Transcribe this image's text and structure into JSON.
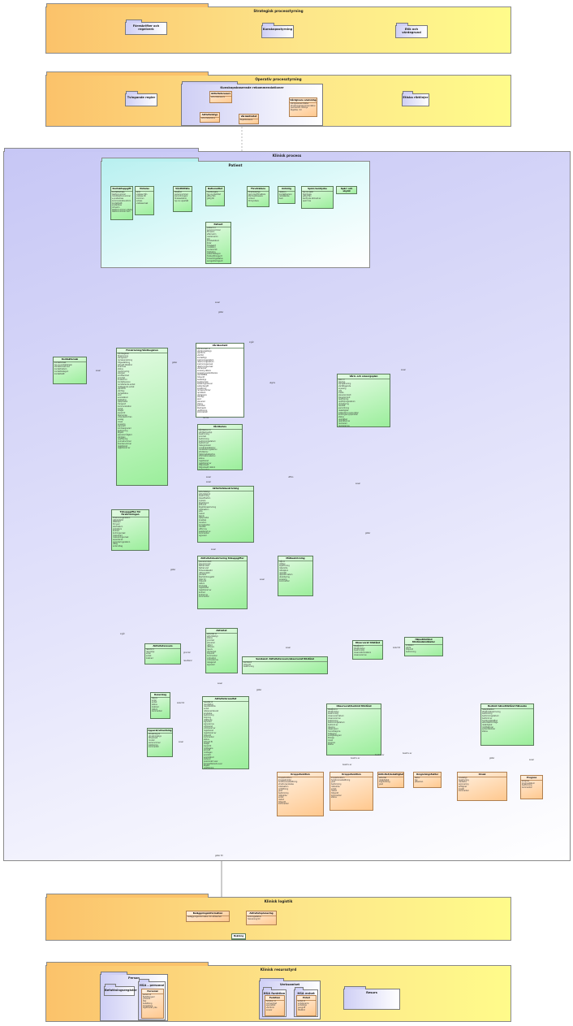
{
  "packages": {
    "strategisk": {
      "title": "Strategisk processtyrning",
      "items": [
        "Föreskrifter och regelverk",
        "Kunskapsstyrning",
        "Etik och värdegrund"
      ]
    },
    "operativ": {
      "title": "Operativ processtyrning",
      "items": [
        "Tvingande regler",
        "Etiska riktlinjer"
      ],
      "kunskap": {
        "title": "Kunskapsbaserade rekommendationer",
        "boxes": [
          {
            "name": "Aktivitetsresurs",
            "attrs": [
              "aktivitetsresurs"
            ]
          },
          {
            "name": "Vårdgivare anvisning",
            "attrs": [
              "vårdgivaresomfattar",
              "fördelningsrekommendation",
              "Samverkan riktlinje",
              "åtgärder, tid"
            ]
          },
          {
            "name": "Aktivitetstyp",
            "attrs": [
              "aktivitetsstatus"
            ]
          },
          {
            "name": "Vårdaktivitet",
            "attrs": [
              "åtgärdsresurs"
            ]
          }
        ]
      }
    },
    "klinisk_process": {
      "title": "Klinisk process"
    },
    "patient": {
      "title": "Patient"
    },
    "logistik": {
      "title": "Klinisk logistik",
      "boxes": [
        {
          "name": "Beläggningsinformation",
          "attrs": [
            "beläggningsinformation för vårdenhet"
          ]
        },
        {
          "name": "Aktivitetsplanering",
          "attrs": [
            "bokningsstatus",
            "hänvisning till"
          ]
        },
        {
          "name": "Bokning",
          "attrs": []
        }
      ]
    },
    "resurs": {
      "title": "Klinisk resursstyrd",
      "personal": {
        "title": "Person",
        "items": [
          "Befattningsregister"
        ],
        "hsa": {
          "title": "HSA – personal",
          "attrs": [
            "kod",
            "vårdenhet",
            "befattningsnamn",
            "yrkesroll"
          ],
          "person": {
            "name": "Personal",
            "attrs": [
              "person id",
              "Befattningsnr",
              "yrkesroll",
              "titel",
              "befattning",
              "kompetens",
              "legitimerat yrke"
            ]
          }
        }
      },
      "verksamhet": {
        "title": "Verksamhet",
        "hsa_funktion": {
          "title": "HSA funktion",
          "box": {
            "name": "Funktion",
            "attrs": [
              "funktion id",
              "verksamhet",
              "specialitet",
              "vårdform",
              "ansvar"
            ]
          }
        },
        "hsa_enhet": {
          "title": "HSA enhet",
          "box": {
            "name": "Enhet",
            "attrs": [
              "enhet id",
              "enhetsnamn",
              "enhetstyp",
              "geografi",
              "tillstånd"
            ]
          }
        },
        "items": [
          "Resurs"
        ]
      }
    }
  },
  "classes": {
    "kontaktuppgift": {
      "name": "Kontaktuppgift",
      "attrs": [
        "kontaktadress",
        "telefonnummer",
        "mobiltelefonnummer",
        "e-postadress",
        "kommunikationsform",
        "kontaktsätt",
        "postadress",
        "ortnamn",
        "telefonnummer arbete",
        "telefonnummer hem"
      ]
    },
    "vistelse": {
      "name": "Vistelse",
      "attrs": [
        "land",
        "vistelse från",
        "vistelse till",
        "kommun",
        "adress",
        "vistelseorsak"
      ]
    },
    "samordnande": {
      "name": "Vårdtillfälle",
      "attrs": [
        "tillstånd",
        "personnummer",
        "samordningsnr",
        "födelsedatum",
        "typ av uppehåll"
      ]
    },
    "nationalitet": {
      "name": "Nationalitet",
      "attrs": [
        "medborgare",
        "typ av identitet",
        "giltig från",
        "giltig till"
      ]
    },
    "foretradare": {
      "name": "Företrädare",
      "attrs": [
        "företrädartyp",
        "god man/förvaltare",
        "vårdnadshavare",
        "ombud",
        "förmyndare"
      ]
    },
    "anhorig": {
      "name": "Anhörig",
      "attrs": [
        "relation",
        "kontaktperson",
        "närstående",
        "barn"
      ]
    },
    "samtycke": {
      "name": "Spärr/samtycke",
      "attrs": [
        "typ av spärr",
        "Samtycke",
        "giltig från",
        "samtycke lämnat av",
        "spärr hos"
      ]
    },
    "oavsett": {
      "name": "Spärr och skydd",
      "attrs": []
    },
    "patient": {
      "name": "Patient",
      "attrs": [
        "patient id",
        "personnummer",
        "förnamn",
        "efternamn",
        "mellannamn",
        "kön",
        "födelsedatum",
        "ålder",
        "födelseort",
        "civilstånd",
        "modersmål",
        "tolkbehov",
        "patientkategori",
        "folkbokföringsort",
        "forsamlingsstatus",
        "avregistreringsort"
      ]
    },
    "beslutsunderlag": {
      "name": "Kontaktorsak",
      "attrs": [
        "kontaktorsak",
        "typ av kontaktorsak",
        "kontaktorsak kod",
        "kontaktdatum",
        "kontaktkategori",
        "kontaktsätt"
      ]
    },
    "forskrivning": {
      "name": "Förskrivning/Vårdbegäran",
      "attrs": [
        "vårdbegäran",
        "förskrivning",
        "vårdgivare",
        "remissanledning",
        "frågeställning",
        "aktuellt tillstånd",
        "anamnes",
        "status",
        "medicinering",
        "allergier",
        "smittsamhet",
        "prioritet",
        "önskad tid",
        "kontaktperson",
        "remitterande enhet",
        "mottagande enhet",
        "vårdform",
        "vårdtyp",
        "remisstatus",
        "svar",
        "svarsdatum",
        "tolkbehov",
        "hjälpmedel",
        "transport",
        "kommunikation",
        "övrigt",
        "bilagor",
        "kopia till",
        "återremiss",
        "vidarebefordran",
        "avslag",
        "orsak",
        "ansvarig",
        "signerad",
        "kontrasignerad",
        "bedömning",
        "åtgärd",
        "planerad åtgärd",
        "vårdplan",
        "uppföljning",
        "journalnummer",
        "ärendenummer",
        "registrerad",
        "registrerad av"
      ]
    },
    "vardkontakt": {
      "name": "Vårdkontakt",
      "attrs": [
        "vårdkontakt id",
        "vårdkontaktstyp",
        "vårdform",
        "vårdtid",
        "kontakttyp",
        "inskrivningsdatum",
        "utskrivningsdatum",
        "inskrivningsorsak",
        "utskrivningsorsak",
        "vårdenhet",
        "ansvarig läkare",
        "ansvarig sjuksköterska",
        "vårdtillfälle",
        "tidpunkt",
        "besökstyp",
        "besöksorsak",
        "betalningsansvar",
        "patientavgift",
        "ersättning",
        "remissnummer",
        "remittent",
        "vårdgivare",
        "vårdtyp",
        "akut",
        "planerad",
        "status",
        "avbruten",
        "återbesök",
        "uppföljning",
        "kommentar"
      ]
    },
    "aktivitetsplan": {
      "name": "Vård- och omsorgsplan",
      "attrs": [
        "plan id",
        "plantyp",
        "vårdplanering",
        "vårdåtagande",
        "ansvarig",
        "mål",
        "insats",
        "planerad start",
        "planerad slut",
        "uppföljning",
        "uppföljningsdatum",
        "utvärdering",
        "resultat",
        "samordning",
        "delaktighet",
        "patientens synpunkter",
        "anhörigas synpunkter",
        "status",
        "upprättad",
        "upprättad av",
        "reviderad",
        "reviderad av",
        "godkänd",
        "godkänd av",
        "avslutad",
        "avslutsorsak"
      ]
    },
    "behandling_beskr": {
      "name": "Vårdbehov",
      "attrs": [
        "vårdbehov id",
        "vårdbehovstyp",
        "beskrivning",
        "prioritet",
        "bedömning",
        "bedömningsdatum",
        "bedömt av",
        "hälsoproblem",
        "omvårdnadsbehov",
        "rehabiliteringsbehov",
        "stödbehov",
        "hjälpmedelsbehov",
        "informationsbehov",
        "status",
        "registrerad",
        "registrerad av",
        "tillgodosett",
        "tillgodosett datum",
        "kommentar"
      ]
    },
    "tidsuppgifter": {
      "name": "Tidsuppgifter för förskrivningen",
      "attrs": [
        "förskrivningsdatum",
        "giltighetstid",
        "utfärdad",
        "förnyad",
        "startdatum",
        "slutdatum",
        "ändrad",
        "ändringsorsak",
        "makulerad",
        "makuleringsorsak",
        "expedierad",
        "expedieringsdatum",
        "uttag",
        "antal uttag"
      ]
    },
    "aktivitetsbeskr": {
      "name": "Aktivitetsbeskrivning",
      "attrs": [
        "aktivitetstyp",
        "aktivitetskod",
        "beskrivning",
        "klassifikation",
        "ingrepp",
        "åtgärdskod",
        "KVÅ-kod",
        "åtgärdsbeskrivning",
        "lokalisation",
        "sida",
        "metod",
        "teknik",
        "hjälpmedel",
        "anestesi",
        "duration",
        "komplikation",
        "resultat",
        "utförd av",
        "assisterad av",
        "kommentar",
        "signerad"
      ]
    },
    "vardkontakt2": {
      "name": "Aktivitetsbeskrivning tidsuppgifter",
      "attrs": [
        "planerad start",
        "planerad slut",
        "faktisk start",
        "faktisk slut",
        "förberedelsetid",
        "utförandetid",
        "väntetid",
        "återhämtningstid",
        "total tid",
        "tidpunkt",
        "datum",
        "klockslag",
        "registrerad",
        "registrerad av",
        "ändrad",
        "ändrad av",
        "kommentar"
      ]
    },
    "malbeskr": {
      "name": "Målbeskrivning",
      "attrs": [
        "mål id",
        "måltyp",
        "beskrivning",
        "målvärde",
        "måldatum",
        "uppnått",
        "uppnått datum",
        "utvärdering",
        "ansvarig",
        "kommentar"
      ]
    },
    "aktivitet": {
      "name": "Aktivitet",
      "attrs": [
        "aktivitet id",
        "aktivitetstyp",
        "status",
        "prioritet",
        "planerad",
        "utförd",
        "utförare",
        "resurs",
        "vårdenhet",
        "tidpunkt",
        "kommentar",
        "ordination",
        "ordinerad av",
        "delegerad",
        "signerad"
      ]
    },
    "aktivitetsresurs": {
      "name": "Aktivitetsresurs",
      "attrs": [
        "resurs id",
        "resurstyp",
        "antal",
        "enhet",
        "kostnad"
      ]
    },
    "samband": {
      "name": "Samband: Aktivitetsresurs/observerat tillstånd",
      "attrs": [
        "samband",
        "tidpunkt",
        "beskrivning"
      ]
    },
    "vardtillfalle": {
      "name": "Observerat tillstånd",
      "attrs": [
        "tillstånd id",
        "tillståndstyp",
        "beskrivning",
        "observationsdatum",
        "observerad av"
      ]
    },
    "indikator": {
      "name": "Hälsotillstånd tillståndsindikator",
      "attrs": [
        "indikator",
        "värde",
        "tidpunkt",
        "bedömning"
      ]
    },
    "reservlag": {
      "name": "Resurslag",
      "attrs": [
        "resurs",
        "antal",
        "enhet",
        "status",
        "kostnad",
        "datum",
        "kommentar"
      ]
    },
    "aktivitetsresultat": {
      "name": "Aktivitetsresultat",
      "attrs": [
        "resultat id",
        "resultattyp",
        "resultatvärde",
        "enhet",
        "referensintervall",
        "avvikelse",
        "bedömning",
        "tolkning",
        "utlåtande",
        "signerad",
        "signerad av",
        "vidimerad",
        "vidimerad av",
        "registrerad",
        "registrerad av",
        "tidpunkt",
        "kommentar",
        "status",
        "bifogad fil",
        "bilaga",
        "kopia till",
        "mottagare",
        "skickad",
        "mottagen",
        "svarstid",
        "svarsdatum",
        "slutsvar",
        "preliminärt svar",
        "kompletterande svar",
        "åtgärd",
        "uppföljning"
      ]
    },
    "apparat": {
      "name": "Apparat/utrustning",
      "attrs": [
        "utrustning id",
        "utrustningstyp",
        "tillverkare",
        "modell",
        "serienummer",
        "kalibrering",
        "kommentar"
      ]
    },
    "observerat": {
      "name": "Observerat/bedömt tillstånd",
      "attrs": [
        "tillstånd id",
        "tillståndstyp",
        "beskrivning",
        "observerat datum",
        "observerad av",
        "bedömning",
        "bedömningsdatum",
        "bedömd av",
        "diagnos",
        "diagnoskod",
        "huvuddiagnos",
        "bidiagnos",
        "svårighetsgrad",
        "förlopp",
        "orsak",
        "prognos",
        "status"
      ]
    },
    "bedomt": {
      "name": "Bedömt hälsotillstånd Hälsoobs",
      "attrs": [
        "hälsotillstånd",
        "tillståndsbeskrivning",
        "bedömning",
        "bedömningsdatum",
        "bedömd av",
        "funktionstillstånd",
        "aktivitetsförmåga",
        "delaktighet",
        "miljöfaktorer",
        "personfaktorer",
        "status"
      ]
    },
    "symptom": {
      "name": "Kroppsfunktion",
      "attrs": [
        "kroppsfunktion",
        "kroppsstruktur",
        "funktionsnedsättning",
        "strukturavvikelse",
        "lokalisation",
        "omfattning",
        "grad",
        "bedömning",
        "mätvärde",
        "enhet",
        "metod",
        "tidpunkt",
        "kommentar"
      ]
    },
    "kroppsfunktion": {
      "name": "Kroppsfunktion",
      "attrs": [
        "kroppsfunktion",
        "funktionsnedsättning",
        "grad",
        "bedömning",
        "mätvärde",
        "enhet",
        "metod",
        "tidpunkt",
        "kommentar",
        "status"
      ]
    },
    "aktivitetsdeltag": {
      "name": "Aktivitet/delaktighet",
      "attrs": [
        "aktivitet",
        "delaktighet",
        "begränsning",
        "grad"
      ]
    },
    "omgivning": {
      "name": "Omgivningsfaktor",
      "attrs": [
        "faktor",
        "typ",
        "påverkan"
      ]
    },
    "orsak": {
      "name": "Orsak",
      "attrs": [
        "orsakstyp",
        "beskrivning",
        "riskfaktor",
        "exponering",
        "ärftlighet",
        "livsstil",
        "kommentar"
      ]
    },
    "prognos": {
      "name": "Prognos",
      "attrs": [
        "prognos",
        "prognosdatum",
        "bedömning",
        "kommentar"
      ]
    }
  },
  "edge_labels": [
    "avser",
    "gäller",
    "avser",
    "gäller",
    "utgörs",
    "avser",
    "ingår",
    "hör till",
    "avser",
    "avser",
    "gäller",
    "avser",
    "avser",
    "utförs",
    "avser",
    "gäller",
    "ingår",
    "grundar",
    "resulterar",
    "avser",
    "leder till",
    "beskriv av",
    "beskriv av",
    "beskriv av",
    "beskriv av",
    "gäller",
    "avser",
    "gäller",
    "avser",
    "leder till",
    "avser",
    "gäller för"
  ],
  "colors": {
    "package_orange": "#fbc26a",
    "package_yellow": "#fffb8a",
    "package_blue": "#c7c7f5",
    "class_green": "#9bee9b",
    "class_salmon": "#ffc88e",
    "patient_cyan": "#b9f0f0"
  }
}
